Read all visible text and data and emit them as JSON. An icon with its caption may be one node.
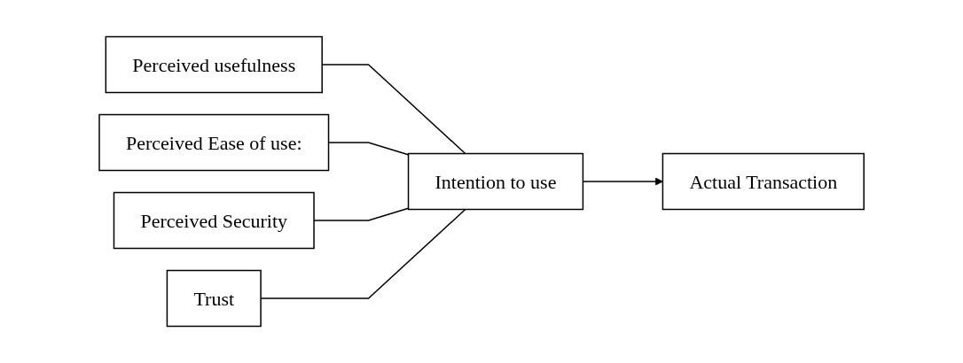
{
  "diagram": {
    "nodes": [
      {
        "text": [
          "Perceived usefulness"
        ]
      },
      {
        "text": [
          "Perceived Ease of use:"
        ]
      },
      {
        "text": [
          "Perceived Security"
        ]
      },
      {
        "text": [
          "Trust"
        ]
      },
      {
        "text": [
          "Intention to use"
        ]
      },
      {
        "text": [
          "Actual Transaction"
        ]
      }
    ],
    "edges": [
      {
        "from": 0,
        "to": 4,
        "arrow": "none"
      },
      {
        "from": 1,
        "to": 4,
        "arrow": "none"
      },
      {
        "from": 2,
        "to": 4,
        "arrow": "none"
      },
      {
        "from": 3,
        "to": 4,
        "arrow": "none"
      },
      {
        "from": 4,
        "to": 5,
        "arrow": "to"
      }
    ]
  }
}
